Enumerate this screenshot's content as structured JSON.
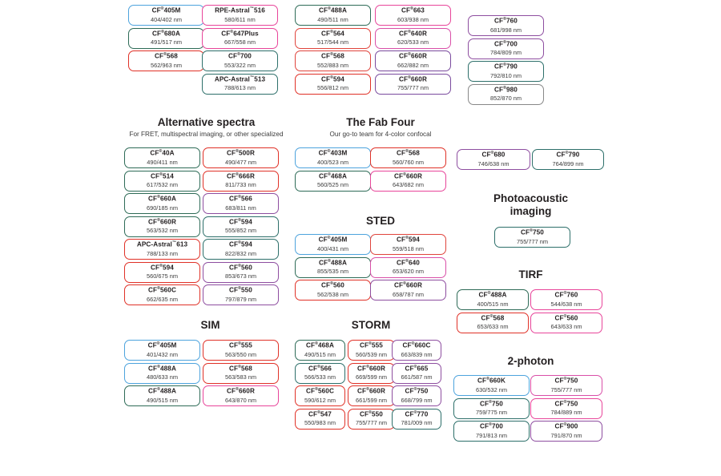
{
  "colors": {
    "blue": "#4da3dd",
    "green": "#2e6b57",
    "red": "#e03127",
    "pink": "#e8459a",
    "magenta": "#d94fa8",
    "purple": "#8e4ea0",
    "teal": "#2d6f6a",
    "violet": "#7a4b9e",
    "darkred": "#cf3b35",
    "crimson": "#e0443c",
    "grey": "#888888"
  },
  "sections": {
    "top_group_a": {
      "columns": [
        {
          "cards": [
            {
              "name": "CF",
              "sup": "®",
              "suffix": "405M",
              "spectra": "404/402 nm",
              "color": "blue"
            },
            {
              "name": "CF",
              "sup": "®",
              "suffix": "680A",
              "spectra": "491/517 nm",
              "color": "green"
            },
            {
              "name": "CF",
              "sup": "®",
              "suffix": "568",
              "spectra": "562/963 nm",
              "color": "red"
            }
          ]
        },
        {
          "cards": [
            {
              "name": "RPE-Astral",
              "sup": "™",
              "suffix": "516",
              "spectra": "580/611 nm",
              "color": "pink"
            },
            {
              "name": "CF",
              "sup": "®",
              "suffix": "647Plus",
              "spectra": "667/558 nm",
              "color": "pink"
            },
            {
              "name": "CF",
              "sup": "®",
              "suffix": "700",
              "spectra": "553/322 nm",
              "color": "teal"
            },
            {
              "name": "APC-Astral",
              "sup": "™",
              "suffix": "513",
              "spectra": "788/613 nm",
              "color": "teal"
            }
          ]
        }
      ]
    },
    "top_group_b": {
      "columns": [
        {
          "cards": [
            {
              "name": "CF",
              "sup": "®",
              "suffix": "488A",
              "spectra": "490/511 nm",
              "color": "green"
            },
            {
              "name": "CF",
              "sup": "®",
              "suffix": "564",
              "spectra": "517/544 nm",
              "color": "crimson"
            },
            {
              "name": "CF",
              "sup": "®",
              "suffix": "568",
              "spectra": "552/883 nm",
              "color": "crimson"
            },
            {
              "name": "CF",
              "sup": "®",
              "suffix": "594",
              "spectra": "556/812 nm",
              "color": "red"
            }
          ]
        },
        {
          "cards": [
            {
              "name": "CF",
              "sup": "®",
              "suffix": "663",
              "spectra": "603/938 nm",
              "color": "pink"
            },
            {
              "name": "CF",
              "sup": "®",
              "suffix": "640R",
              "spectra": "620/533 nm",
              "color": "magenta"
            },
            {
              "name": "CF",
              "sup": "®",
              "suffix": "660R",
              "spectra": "662/882 nm",
              "color": "violet"
            },
            {
              "name": "CF",
              "sup": "®",
              "suffix": "660R",
              "spectra": "755/777 nm",
              "color": "violet"
            }
          ]
        }
      ]
    },
    "top_group_c": {
      "columns": [
        {
          "cards": [
            {
              "name": "CF",
              "sup": "®",
              "suffix": "760",
              "spectra": "681/998 nm",
              "color": "purple"
            },
            {
              "name": "CF",
              "sup": "®",
              "suffix": "700",
              "spectra": "784/809 nm",
              "color": "purple"
            },
            {
              "name": "CF",
              "sup": "®",
              "suffix": "790",
              "spectra": "792/810 nm",
              "color": "teal"
            },
            {
              "name": "CF",
              "sup": "®",
              "suffix": "980",
              "spectra": "852/870 nm",
              "color": "grey"
            }
          ]
        }
      ]
    },
    "alternative_spectra": {
      "title": "Alternative spectra",
      "subtitle": "For FRET, multispectral imaging, or other specialized",
      "columns": [
        {
          "cards": [
            {
              "name": "CF",
              "sup": "®",
              "suffix": "40A",
              "spectra": "490/411 nm",
              "color": "green"
            },
            {
              "name": "CF",
              "sup": "®",
              "suffix": "514",
              "spectra": "617/532 nm",
              "color": "green"
            },
            {
              "name": "CF",
              "sup": "®",
              "suffix": "660A",
              "spectra": "690/185 nm",
              "color": "green"
            },
            {
              "name": "CF",
              "sup": "®",
              "suffix": "660R",
              "spectra": "563/532 nm",
              "color": "green"
            },
            {
              "name": "APC-Astral",
              "sup": "™",
              "suffix": "613",
              "spectra": "788/133 nm",
              "color": "red"
            },
            {
              "name": "CF",
              "sup": "®",
              "suffix": "594",
              "spectra": "560/675 nm",
              "color": "red"
            },
            {
              "name": "CF",
              "sup": "®",
              "suffix": "560C",
              "spectra": "662/635 nm",
              "color": "red"
            }
          ]
        },
        {
          "cards": [
            {
              "name": "CF",
              "sup": "®",
              "suffix": "500R",
              "spectra": "490/477 nm",
              "color": "red"
            },
            {
              "name": "CF",
              "sup": "®",
              "suffix": "666R",
              "spectra": "811/733 nm",
              "color": "red"
            },
            {
              "name": "CF",
              "sup": "®",
              "suffix": "566",
              "spectra": "683/811 nm",
              "color": "purple"
            },
            {
              "name": "CF",
              "sup": "®",
              "suffix": "594",
              "spectra": "555/852 nm",
              "color": "teal"
            },
            {
              "name": "CF",
              "sup": "®",
              "suffix": "594",
              "spectra": "822/832 nm",
              "color": "teal"
            },
            {
              "name": "CF",
              "sup": "®",
              "suffix": "560",
              "spectra": "853/673 nm",
              "color": "purple"
            },
            {
              "name": "CF",
              "sup": "®",
              "suffix": "550",
              "spectra": "797/879 nm",
              "color": "purple"
            }
          ]
        }
      ]
    },
    "fab_four": {
      "title": "The Fab Four",
      "subtitle": "Our go-to team for 4-color confocal",
      "columns": [
        {
          "cards": [
            {
              "name": "CF",
              "sup": "®",
              "suffix": "403M",
              "spectra": "400/523 nm",
              "color": "blue"
            },
            {
              "name": "CF",
              "sup": "®",
              "suffix": "468A",
              "spectra": "560/525 nm",
              "color": "green"
            }
          ]
        },
        {
          "cards": [
            {
              "name": "CF",
              "sup": "®",
              "suffix": "568",
              "spectra": "560/760 nm",
              "color": "red"
            },
            {
              "name": "CF",
              "sup": "®",
              "suffix": "660R",
              "spectra": "643/682 nm",
              "color": "pink"
            }
          ]
        }
      ]
    },
    "sted": {
      "title": "STED",
      "columns": [
        {
          "cards": [
            {
              "name": "CF",
              "sup": "®",
              "suffix": "405M",
              "spectra": "400/431 nm",
              "color": "blue"
            },
            {
              "name": "CF",
              "sup": "®",
              "suffix": "488A",
              "spectra": "855/535 nm",
              "color": "green"
            },
            {
              "name": "CF",
              "sup": "®",
              "suffix": "560",
              "spectra": "562/538 nm",
              "color": "red"
            }
          ]
        },
        {
          "cards": [
            {
              "name": "CF",
              "sup": "®",
              "suffix": "594",
              "spectra": "559/518 nm",
              "color": "crimson"
            },
            {
              "name": "CF",
              "sup": "®",
              "suffix": "640",
              "spectra": "653/620 nm",
              "color": "magenta"
            },
            {
              "name": "CF",
              "sup": "®",
              "suffix": "660R",
              "spectra": "658/787 nm",
              "color": "purple"
            }
          ]
        }
      ]
    },
    "sim": {
      "title": "SIM",
      "columns": [
        {
          "cards": [
            {
              "name": "CF",
              "sup": "®",
              "suffix": "405M",
              "spectra": "401/432 nm",
              "color": "blue"
            },
            {
              "name": "CF",
              "sup": "®",
              "suffix": "488A",
              "spectra": "480/633 nm",
              "color": "blue"
            },
            {
              "name": "CF",
              "sup": "®",
              "suffix": "488A",
              "spectra": "490/515 nm",
              "color": "green"
            }
          ]
        },
        {
          "cards": [
            {
              "name": "CF",
              "sup": "®",
              "suffix": "555",
              "spectra": "563/550 nm",
              "color": "red"
            },
            {
              "name": "CF",
              "sup": "®",
              "suffix": "568",
              "spectra": "563/583 nm",
              "color": "red"
            },
            {
              "name": "CF",
              "sup": "®",
              "suffix": "660R",
              "spectra": "643/870 nm",
              "color": "pink"
            }
          ]
        }
      ]
    },
    "storm": {
      "title": "STORM",
      "columns": [
        {
          "cards": [
            {
              "name": "CF",
              "sup": "®",
              "suffix": "468A",
              "spectra": "490/515 nm",
              "color": "green"
            },
            {
              "name": "CF",
              "sup": "®",
              "suffix": "566",
              "spectra": "566/533 nm",
              "color": "teal"
            },
            {
              "name": "CF",
              "sup": "®",
              "suffix": "560C",
              "spectra": "590/612 nm",
              "color": "red"
            },
            {
              "name": "CF",
              "sup": "®",
              "suffix": "547",
              "spectra": "550/983 nm",
              "color": "red"
            }
          ]
        },
        {
          "cards": [
            {
              "name": "CF",
              "sup": "®",
              "suffix": "555",
              "spectra": "560/539 nm",
              "color": "red"
            },
            {
              "name": "CF",
              "sup": "®",
              "suffix": "660R",
              "spectra": "669/599 nm",
              "color": "red"
            },
            {
              "name": "CF",
              "sup": "®",
              "suffix": "660R",
              "spectra": "661/599 nm",
              "color": "red"
            },
            {
              "name": "CF",
              "sup": "®",
              "suffix": "550",
              "spectra": "755/777 nm",
              "color": "red"
            }
          ]
        },
        {
          "cards": [
            {
              "name": "CF",
              "sup": "®",
              "suffix": "660C",
              "spectra": "663/839 nm",
              "color": "purple"
            },
            {
              "name": "CF",
              "sup": "®",
              "suffix": "665",
              "spectra": "661/587 nm",
              "color": "purple"
            },
            {
              "name": "CF",
              "sup": "®",
              "suffix": "750",
              "spectra": "668/799 nm",
              "color": "purple"
            },
            {
              "name": "CF",
              "sup": "®",
              "suffix": "770",
              "spectra": "781/009 nm",
              "color": "teal"
            }
          ]
        }
      ]
    },
    "photoacoustic": {
      "title_line1": "Photoacoustic",
      "title_line2": "imaging",
      "pre_cards": [
        {
          "name": "CF",
          "sup": "®",
          "suffix": "680",
          "spectra": "746/638 nm",
          "color": "purple"
        },
        {
          "name": "CF",
          "sup": "®",
          "suffix": "790",
          "spectra": "764/899 nm",
          "color": "teal"
        }
      ],
      "cards": [
        {
          "name": "CF",
          "sup": "®",
          "suffix": "750",
          "spectra": "755/777 nm",
          "color": "teal"
        }
      ]
    },
    "tirf": {
      "title": "TIRF",
      "columns": [
        {
          "cards": [
            {
              "name": "CF",
              "sup": "®",
              "suffix": "488A",
              "spectra": "400/515 nm",
              "color": "green"
            },
            {
              "name": "CF",
              "sup": "®",
              "suffix": "568",
              "spectra": "653/633 nm",
              "color": "red"
            }
          ]
        },
        {
          "cards": [
            {
              "name": "CF",
              "sup": "®",
              "suffix": "760",
              "spectra": "544/638 nm",
              "color": "pink"
            },
            {
              "name": "CF",
              "sup": "®",
              "suffix": "560",
              "spectra": "643/633 nm",
              "color": "pink"
            }
          ]
        }
      ]
    },
    "two_photon": {
      "title": "2-photon",
      "columns": [
        {
          "cards": [
            {
              "name": "CF",
              "sup": "®",
              "suffix": "660K",
              "spectra": "630/532 nm",
              "color": "blue"
            },
            {
              "name": "CF",
              "sup": "®",
              "suffix": "750",
              "spectra": "759/775 nm",
              "color": "teal"
            },
            {
              "name": "CF",
              "sup": "®",
              "suffix": "700",
              "spectra": "791/813 nm",
              "color": "teal"
            }
          ]
        },
        {
          "cards": [
            {
              "name": "CF",
              "sup": "®",
              "suffix": "750",
              "spectra": "755/777 nm",
              "color": "magenta"
            },
            {
              "name": "CF",
              "sup": "®",
              "suffix": "750",
              "spectra": "784/889 nm",
              "color": "pink"
            },
            {
              "name": "CF",
              "sup": "®",
              "suffix": "900",
              "spectra": "791/870 nm",
              "color": "purple"
            }
          ]
        }
      ]
    }
  },
  "layout": {
    "card_w_std": 95,
    "card_h_std": 26,
    "row_gap": 28
  }
}
